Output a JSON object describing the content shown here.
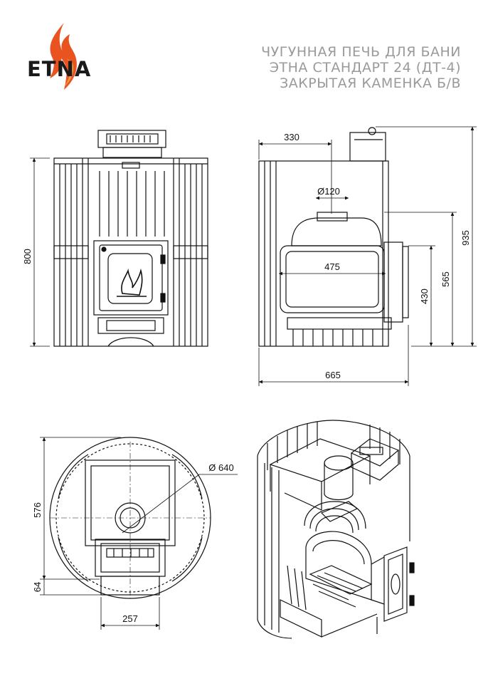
{
  "brand": {
    "logo_text": "ETNA",
    "flame_color": "#e8531f",
    "flame_color_light": "#f39a3a"
  },
  "title_lines": [
    "ЧУГУННАЯ ПЕЧЬ ДЛЯ БАНИ",
    "ЭТНА СТАНДАРТ 24 (ДТ-4)",
    "ЗАКРЫТАЯ КАМЕНКА Б/В"
  ],
  "dimensions": {
    "front_height": "800",
    "side_depth_top": "330",
    "flue_diameter": "Ø120",
    "firebox_width": "475",
    "total_height": "935",
    "height_565": "565",
    "height_430": "430",
    "total_depth": "665",
    "top_diameter": "Ø 640",
    "top_depth": "576",
    "door_protrusion": "64",
    "door_width": "257"
  }
}
